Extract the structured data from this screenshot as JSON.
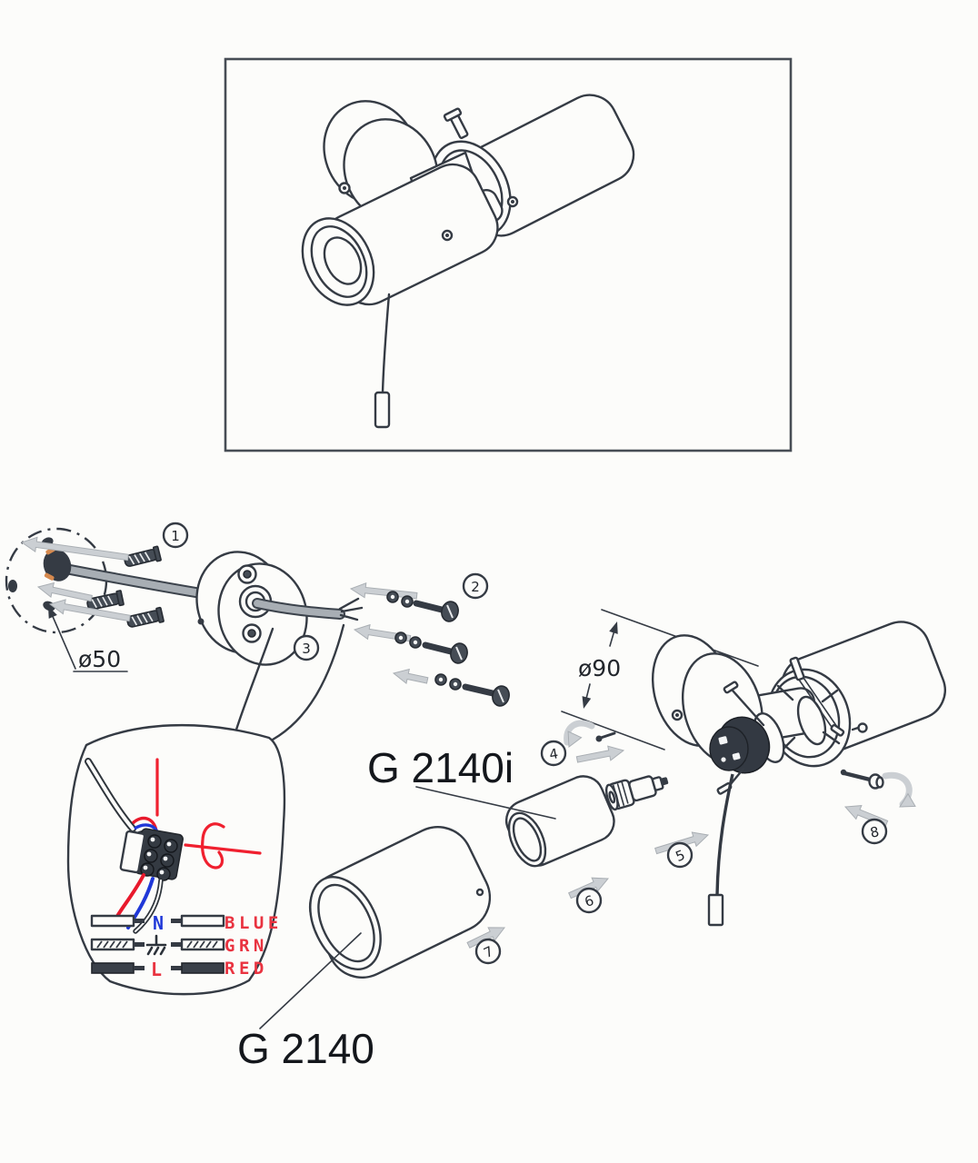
{
  "palette": {
    "ink": "#353b44",
    "paper": "#fcfcfa",
    "marking_red": "#ee1b2d",
    "wire_blue": "#2038d8",
    "arrow_gray": "#cbcfd3",
    "cable_gray": "#a8aeb4",
    "grommet_orange": "#d5894e"
  },
  "dimensions": {
    "wall_hole_diameter": "ø50",
    "canopy_diameter": "ø90"
  },
  "models": {
    "large_shade": "G 2140",
    "small_shade": "G 2140i"
  },
  "steps": [
    "1",
    "2",
    "3",
    "4",
    "5",
    "6",
    "7",
    "8"
  ],
  "wiring_legend": {
    "rows": [
      {
        "terminal": "N",
        "wire": "BLUE"
      },
      {
        "terminal": "⏚",
        "wire": "GRN"
      },
      {
        "terminal": "L",
        "wire": "RED"
      }
    ]
  }
}
